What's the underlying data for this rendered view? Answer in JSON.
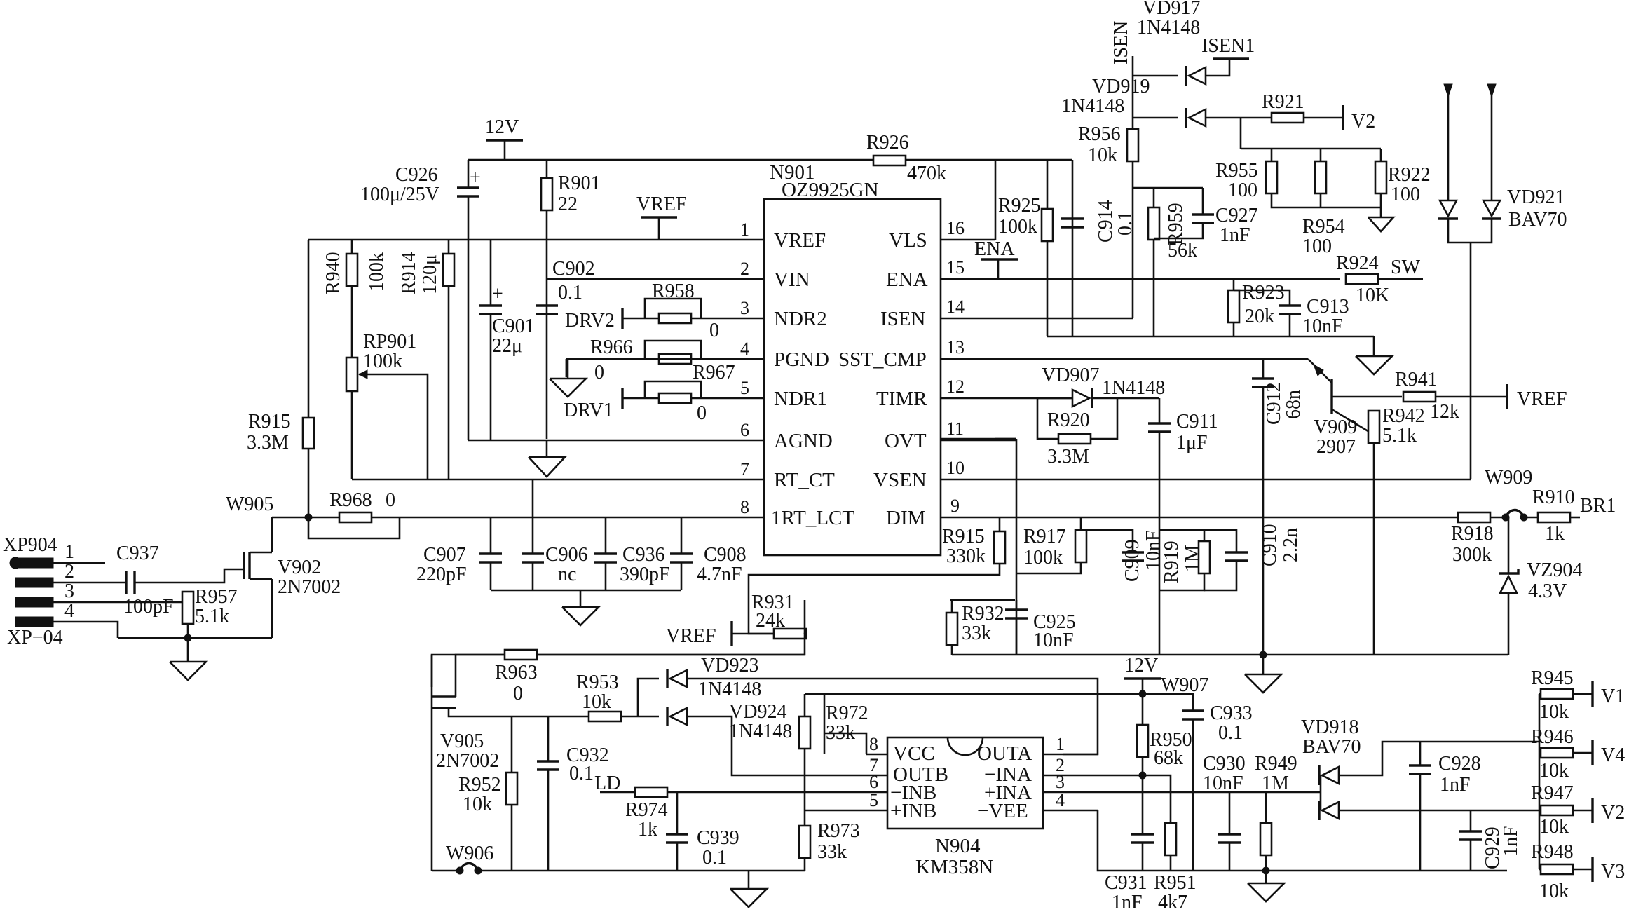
{
  "ic": {
    "n901": {
      "ref": "N901",
      "part": "OZ9925GN",
      "left_pins": [
        {
          "num": "1",
          "name": "VREF"
        },
        {
          "num": "2",
          "name": "VIN"
        },
        {
          "num": "3",
          "name": "NDR2"
        },
        {
          "num": "4",
          "name": "PGND"
        },
        {
          "num": "5",
          "name": "NDR1"
        },
        {
          "num": "6",
          "name": "AGND"
        },
        {
          "num": "7",
          "name": "RT_CT"
        },
        {
          "num": "8",
          "name": "1RT_LCT"
        }
      ],
      "right_pins": [
        {
          "num": "16",
          "name": "VLS"
        },
        {
          "num": "15",
          "name": "ENA"
        },
        {
          "num": "14",
          "name": "ISEN"
        },
        {
          "num": "13",
          "name": "SST_CMP"
        },
        {
          "num": "12",
          "name": "TIMR"
        },
        {
          "num": "11",
          "name": "OVT"
        },
        {
          "num": "10",
          "name": "VSEN"
        },
        {
          "num": "9",
          "name": "DIM"
        }
      ]
    },
    "n904": {
      "ref": "N904",
      "part": "KM358N",
      "left_pins": [
        {
          "num": "8",
          "name": "VCC"
        },
        {
          "num": "7",
          "name": "OUTB"
        },
        {
          "num": "6",
          "name": "−INB"
        },
        {
          "num": "5",
          "name": "+INB"
        }
      ],
      "right_pins": [
        {
          "num": "1",
          "name": "OUTA"
        },
        {
          "num": "2",
          "name": "−INA"
        },
        {
          "num": "3",
          "name": "+INA"
        },
        {
          "num": "4",
          "name": "−VEE"
        }
      ]
    }
  },
  "labels": {
    "vd917": "VD917",
    "vd917_part": "1N4148",
    "isen_top": "ISEN",
    "isen1": "ISEN1",
    "vd919": "VD919",
    "vd919_part": "1N4148",
    "r921": "R921",
    "v2_top": "V2",
    "r956": "R956",
    "r956_val": "10k",
    "r955": "R955",
    "r955_val": "100",
    "r954": "R954",
    "r954_val": "100",
    "r922": "R922",
    "r922_val": "100",
    "c914": "C914",
    "c914_val": "0.1",
    "r959": "R959",
    "r959_val": "56k",
    "c927": "C927",
    "c927_val": "1nF",
    "vd921": "VD921",
    "vd921_part": "BAV70",
    "r926": "R926",
    "r926_val": "470k",
    "v12_top": "12V",
    "c926": "C926",
    "c926_val": "100μ/25V",
    "r901": "R901",
    "r901_val": "22",
    "vref_top": "VREF",
    "c902": "C902",
    "c902_val": "0.1",
    "r925": "R925",
    "r925_val": "100k",
    "ena_label": "ENA",
    "r924": "R924",
    "r924_val": "10K",
    "sw": "SW",
    "r923": "R923",
    "r923_val": "20k",
    "c913": "C913",
    "c913_val": "10nF",
    "r940": "R940",
    "r940_val": "100k",
    "r914": "R914",
    "r914_val": "120μ",
    "c901": "C901",
    "c901_val": "22μ",
    "r958": "R958",
    "r958_val": "0",
    "drv2": "DRV2",
    "r966": "R966",
    "r966_val": "0",
    "r967": "R967",
    "r967_val": "0",
    "drv1": "DRV1",
    "rp901": "RP901",
    "rp901_val": "100k",
    "r915a": "R915",
    "r915a_val": "3.3M",
    "vd907": "VD907",
    "vd907_part": "1N4148",
    "r920": "R920",
    "r920_val": "3.3M",
    "c911": "C911",
    "c911_val": "1μF",
    "c912": "C912",
    "c912_val": "68n",
    "v909": "V909",
    "v909_part": "2907",
    "r942": "R942",
    "r942_val": "5.1k",
    "r941": "R941",
    "r941_val": "12k",
    "vref_right": "VREF",
    "w905": "W905",
    "r968": "R968",
    "r968_val": "0",
    "w909": "W909",
    "r910": "R910",
    "r910_val": "1k",
    "br1": "BR1",
    "r918": "R918",
    "r918_val": "300k",
    "vz904": "VZ904",
    "vz904_val": "4.3V",
    "xp904": "XP904",
    "xp_pins": [
      "1",
      "2",
      "3",
      "4"
    ],
    "xp04": "XP−04",
    "c937": "C937",
    "c937_val": "100pF",
    "r957": "R957",
    "r957_val": "5.1k",
    "v902": "V902",
    "v902_part": "2N7002",
    "c907": "C907",
    "c907_val": "220pF",
    "c906": "C906",
    "c906_val": "nc",
    "c936": "C936",
    "c936_val": "390pF",
    "c908": "C908",
    "c908_val": "4.7nF",
    "r915b": "R915",
    "r915b_val": "330k",
    "r917": "R917",
    "r917_val": "100k",
    "c909": "C909",
    "c909_val": "10nF",
    "r919": "R919",
    "r919_val": "1M",
    "c910": "C910",
    "c910_val": "2.2n",
    "r931": "R931",
    "r931_val": "24k",
    "vref_mid": "VREF",
    "r932": "R932",
    "r932_val": "33k",
    "c925": "C925",
    "c925_val": "10nF",
    "v12_mid": "12V",
    "w907": "W907",
    "c933": "C933",
    "c933_val": "0.1",
    "r963": "R963",
    "r963_val": "0",
    "vd923": "VD923",
    "vd923_part": "1N4148",
    "r953": "R953",
    "r953_val": "10k",
    "vd924": "VD924",
    "vd924_part": "1N4148",
    "r972": "R972",
    "r972_val": "33k",
    "v905": "V905",
    "v905_part": "2N7002",
    "c932": "C932",
    "c932_val": "0.1",
    "ld": "LD",
    "r952": "R952",
    "r952_val": "10k",
    "r974": "R974",
    "r974_val": "1k",
    "c939": "C939",
    "c939_val": "0.1",
    "r973": "R973",
    "r973_val": "33k",
    "w906": "W906",
    "r950": "R950",
    "r950_val": "68k",
    "c930": "C930",
    "c930_val": "10nF",
    "r949": "R949",
    "r949_val": "1M",
    "c931": "C931",
    "c931_val": "1nF",
    "r951": "R951",
    "r951_val": "4k7",
    "vd918": "VD918",
    "vd918_part": "BAV70",
    "c928": "C928",
    "c928_val": "1nF",
    "c929": "C929",
    "c929_val": "1nF",
    "r945": "R945",
    "r945_val": "10k",
    "v1": "V1",
    "r946": "R946",
    "r946_val": "10k",
    "v4": "V4",
    "r947": "R947",
    "r947_val": "10k",
    "v2_right": "V2",
    "r948": "R948",
    "r948_val": "10k",
    "v3": "V3"
  }
}
